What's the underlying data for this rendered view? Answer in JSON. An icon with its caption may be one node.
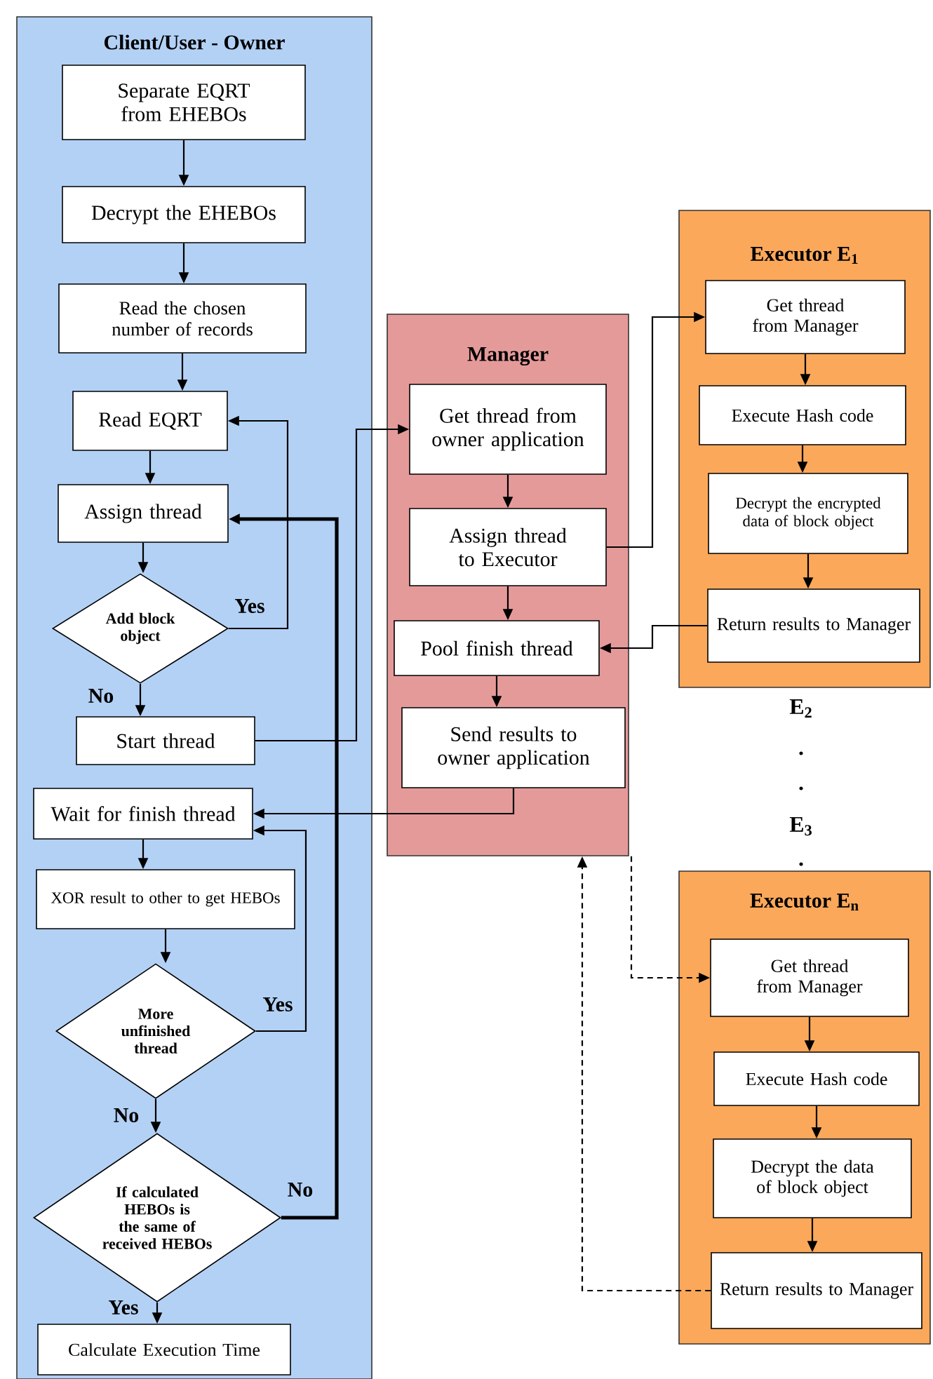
{
  "diagram": {
    "nodes": [
      {
        "text": [
          "Client/User - Owner"
        ]
      },
      {
        "text": [
          "Separate EQRT from EHEBOs"
        ],
        "in": 0
      },
      {
        "text": [
          "Decrypt the EHEBOs"
        ],
        "in": 0
      },
      {
        "text": [
          "Read the chosen number of records"
        ],
        "in": 0
      },
      {
        "text": [
          "Read EQRT"
        ],
        "in": 0
      },
      {
        "text": [
          "Assign thread"
        ],
        "in": 0
      },
      {
        "text": [
          "Add block object"
        ],
        "in": 0
      },
      {
        "text": [
          "Start thread"
        ],
        "in": 0
      },
      {
        "text": [
          "Wait for finish thread"
        ],
        "in": 0
      },
      {
        "text": [
          "XOR result to other to get HEBOs"
        ],
        "in": 0
      },
      {
        "text": [
          "More unfinished thread"
        ],
        "in": 0
      },
      {
        "text": [
          "If calculated HEBOs is the same of received HEBOs"
        ],
        "in": 0
      },
      {
        "text": [
          "Calculate Execution Time"
        ],
        "in": 0
      },
      {
        "text": [
          "Manager"
        ]
      },
      {
        "text": [
          "Get thread from owner application"
        ],
        "in": 13
      },
      {
        "text": [
          "Assign thread to Executor"
        ],
        "in": 13
      },
      {
        "text": [
          "Pool finish thread"
        ],
        "in": 13
      },
      {
        "text": [
          "Send results to owner application"
        ],
        "in": 13
      },
      {
        "text": [
          "Executor E$_{1}$"
        ]
      },
      {
        "text": [
          "Get thread from Manager"
        ],
        "in": 18
      },
      {
        "text": [
          "Execute Hash code"
        ],
        "in": 18
      },
      {
        "text": [
          "Decrypt the encrypted data of block object"
        ],
        "in": 18
      },
      {
        "text": [
          "Return results to Manager"
        ],
        "in": 18
      },
      {
        "text": [
          "Executor E$_{n}$"
        ]
      },
      {
        "text": [
          "Get thread from Manager"
        ],
        "in": 23
      },
      {
        "text": [
          "Execute Hash code"
        ],
        "in": 23
      },
      {
        "text": [
          "Decrypt the data of block object"
        ],
        "in": 23
      },
      {
        "text": [
          "Return results to Manager"
        ],
        "in": 23
      }
    ],
    "edges": [
      {
        "from": 1,
        "to": 2,
        "arrow": "to"
      },
      {
        "from": 2,
        "to": 3,
        "arrow": "to"
      },
      {
        "from": 3,
        "to": 4,
        "arrow": "to"
      },
      {
        "from": 4,
        "to": 5,
        "arrow": "to"
      },
      {
        "from": 5,
        "to": 6,
        "arrow": "to"
      },
      {
        "from": 6,
        "to": 4,
        "arrow": "to",
        "label": "Yes"
      },
      {
        "from": 6,
        "to": 7,
        "arrow": "to",
        "label": "No"
      },
      {
        "from": 7,
        "to": 14,
        "arrow": "to"
      },
      {
        "from": 8,
        "to": 9,
        "arrow": "to"
      },
      {
        "from": 9,
        "to": 10,
        "arrow": "to"
      },
      {
        "from": 10,
        "to": 8,
        "arrow": "to",
        "label": "Yes"
      },
      {
        "from": 10,
        "to": 11,
        "arrow": "to",
        "label": "No"
      },
      {
        "from": 11,
        "to": 5,
        "arrow": "to",
        "label": "No",
        "style": "thick"
      },
      {
        "from": 11,
        "to": 12,
        "arrow": "to",
        "label": "Yes"
      },
      {
        "from": 14,
        "to": 15,
        "arrow": "to"
      },
      {
        "from": 15,
        "to": 19,
        "arrow": "to"
      },
      {
        "from": 15,
        "to": 16,
        "arrow": "to"
      },
      {
        "from": 16,
        "to": 17,
        "arrow": "to"
      },
      {
        "from": 17,
        "to": 8,
        "arrow": "to"
      },
      {
        "from": 19,
        "to": 20,
        "arrow": "to"
      },
      {
        "from": 20,
        "to": 21,
        "arrow": "to"
      },
      {
        "from": 21,
        "to": 22,
        "arrow": "to"
      },
      {
        "from": 22,
        "to": 16,
        "arrow": "to"
      },
      {
        "from": 13,
        "to": 24,
        "arrow": "to",
        "style": "dashed"
      },
      {
        "from": 24,
        "to": 25,
        "arrow": "to"
      },
      {
        "from": 25,
        "to": 26,
        "arrow": "to"
      },
      {
        "from": 26,
        "to": 27,
        "arrow": "to"
      },
      {
        "from": 27,
        "to": 13,
        "arrow": "to",
        "style": "dashed"
      }
    ],
    "labels": [
      "E$_{2}$",
      ".",
      ".",
      "E$_{3}$",
      "."
    ]
  }
}
